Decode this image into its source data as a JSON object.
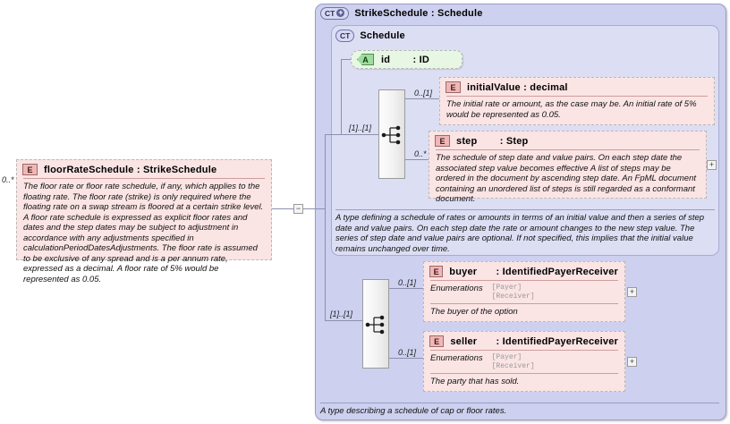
{
  "diagram": {
    "kind": "xml-schema-component-diagram",
    "left_element": {
      "marker": "E",
      "name": "floorRateSchedule",
      "separator": ":",
      "type": "StrikeSchedule",
      "cardinality": "0..*",
      "description": "The floor rate or floor rate schedule, if any, which applies to the floating rate. The floor rate (strike) is only required where the floating rate on a swap stream is floored at a certain strike level. A floor rate schedule is expressed as explicit floor rates and dates and the step dates may be subject to adjustment in accordance with any adjustments specified in calculationPeriodDatesAdjustments. The floor rate is assumed to be exclusive of any spread and is a per annum rate, expressed as a decimal. A floor rate of 5% would be represented as 0.05.",
      "collapse_toggle": "−"
    },
    "outer_type": {
      "marker": "CT",
      "expand_glyph": "+",
      "name": "StrikeSchedule",
      "separator": ":",
      "base": "Schedule",
      "annotation": "A type describing a schedule of cap or floor rates."
    },
    "inner_type": {
      "marker": "CT",
      "name": "Schedule",
      "annotation": "A type defining a schedule of rates or amounts in terms of an initial value and then a series of step date and value pairs. On each step date the rate or amount changes to the new step value. The series of step date and value pairs are optional. If not specified, this implies that the initial value remains unchanged over time."
    },
    "attribute": {
      "marker": "A",
      "name": "id",
      "separator": ":",
      "type": "ID"
    },
    "sequences": [
      {
        "name": "inner-sequence",
        "cardinality": "[1]..[1]"
      },
      {
        "name": "outer-sequence",
        "cardinality": "[1]..[1]"
      }
    ],
    "elements": [
      {
        "id": "initialValue",
        "marker": "E",
        "name": "initialValue",
        "separator": ":",
        "type": "decimal",
        "cardinality": "0..[1]",
        "description": "The initial rate or amount, as the case may be. An initial rate of 5% would be represented as 0.05.",
        "expand": null
      },
      {
        "id": "step",
        "marker": "E",
        "name": "step",
        "separator": ":",
        "type": "Step",
        "cardinality": "0..*",
        "description": "The schedule of step date and value pairs. On each step date the associated step value becomes effective A list of steps may be ordered in the document by ascending step date. An FpML document containing an unordered list of steps is still regarded as a conformant document.",
        "expand": "+"
      },
      {
        "id": "buyer",
        "marker": "E",
        "name": "buyer",
        "separator": ":",
        "type": "IdentifiedPayerReceiver",
        "cardinality": "0..[1]",
        "enumerations_label": "Enumerations",
        "enumerations": [
          "[Payer]",
          "[Receiver]"
        ],
        "description": "The buyer of the option",
        "expand": "+"
      },
      {
        "id": "seller",
        "marker": "E",
        "name": "seller",
        "separator": ":",
        "type": "IdentifiedPayerReceiver",
        "cardinality": "0..[1]",
        "enumerations_label": "Enumerations",
        "enumerations": [
          "[Payer]",
          "[Receiver]"
        ],
        "description": "The party that has sold.",
        "expand": "+"
      }
    ]
  }
}
